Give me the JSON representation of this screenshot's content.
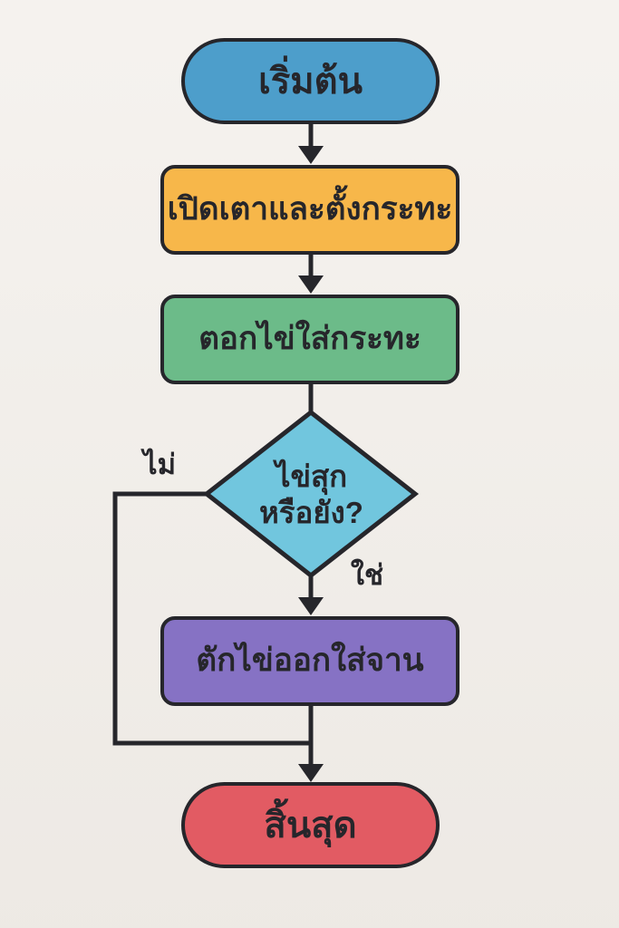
{
  "flowchart": {
    "background": "#F2EEE9",
    "text_color": "#26262B",
    "line_color": "#26262B",
    "nodes": [
      {
        "id": "start",
        "type": "terminator",
        "label": "เริ่มต้น",
        "color": "#4D9ECB"
      },
      {
        "id": "heat-pan",
        "type": "process",
        "label": "เปิดเตาและตั้งกระทะ",
        "color": "#F7B74A"
      },
      {
        "id": "crack-egg",
        "type": "process",
        "label": "ตอกไข่ใส่กระทะ",
        "color": "#6CBB89"
      },
      {
        "id": "decision",
        "type": "decision",
        "label": "ไข่สุก\nหรือยัง?",
        "color": "#71C6DE"
      },
      {
        "id": "plate-egg",
        "type": "process",
        "label": "ตักไข่ออกใส่จาน",
        "color": "#8672C4"
      },
      {
        "id": "end",
        "type": "terminator",
        "label": "สิ้นสุด",
        "color": "#E25B63"
      }
    ],
    "edges": {
      "no_label": "ไม่",
      "yes_label": "ใช่"
    }
  }
}
